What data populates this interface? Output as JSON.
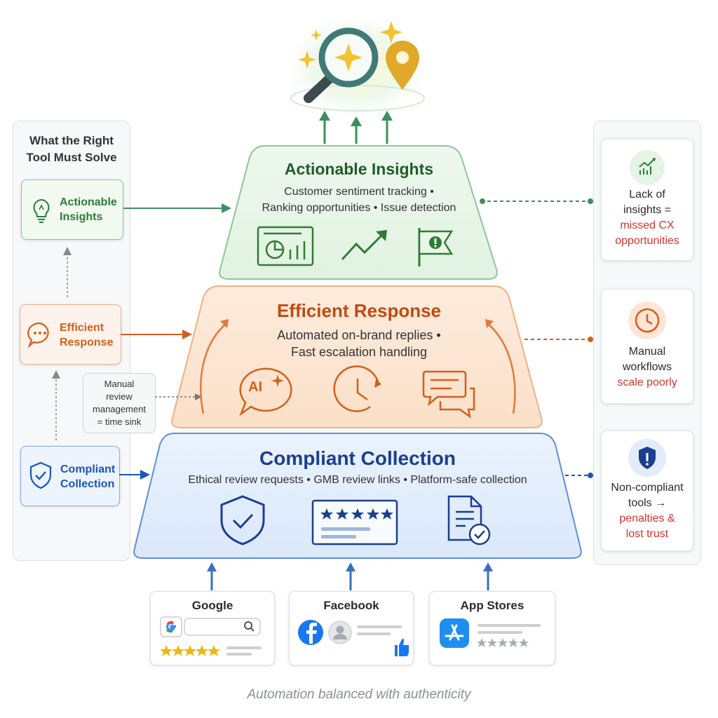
{
  "left_panel": {
    "title_line1": "What the Right",
    "title_line2": "Tool Must Solve",
    "items": [
      {
        "line1": "Actionable",
        "line2": "Insights",
        "icon": "lightbulb-icon",
        "color": "#2e7d32"
      },
      {
        "line1": "Efficient",
        "line2": "Response",
        "icon": "chat-bubble-icon",
        "color": "#d2601a"
      },
      {
        "line1": "Compliant",
        "line2": "Collection",
        "icon": "shield-check-icon",
        "color": "#1a56b8"
      }
    ],
    "note": {
      "line1": "Manual",
      "line2": "review",
      "line3": "management",
      "line4": "= time sink"
    }
  },
  "tiers": {
    "insights": {
      "title": "Actionable Insights",
      "desc_line1": "Customer sentiment tracking •",
      "desc_line2": "Ranking opportunities • Issue detection",
      "icons": [
        "dashboard-chart-icon",
        "trend-up-icon",
        "alert-flag-icon"
      ]
    },
    "response": {
      "title": "Efficient Response",
      "desc_line1": "Automated on-brand replies •",
      "desc_line2": "Fast escalation handling",
      "ai_label": "AI",
      "icons": [
        "ai-chat-icon",
        "clock-icon",
        "message-bubbles-icon"
      ]
    },
    "collection": {
      "title": "Compliant Collection",
      "desc": "Ethical review requests • GMB review links • Platform-safe collection",
      "icons": [
        "shield-check-icon",
        "review-stars-card-icon",
        "document-check-icon"
      ]
    }
  },
  "right_panel": [
    {
      "line1": "Lack of",
      "line2": "insights =",
      "red1": "missed CX",
      "red2": "opportunities",
      "icon": "growth-chart-icon"
    },
    {
      "line1": "Manual",
      "line2": "workflows",
      "red1": "scale poorly",
      "red2": "",
      "icon": "clock-icon"
    },
    {
      "line1": "Non-compliant",
      "line2": "tools →",
      "red1": "penalties &",
      "red2": "lost trust",
      "icon": "shield-warning-icon"
    }
  ],
  "sources": [
    {
      "name": "Google",
      "icon": "google-search-icon"
    },
    {
      "name": "Facebook",
      "icon": "facebook-icon"
    },
    {
      "name": "App Stores",
      "icon": "app-store-icon"
    }
  ],
  "footer": "Automation balanced with authenticity",
  "colors": {
    "green": "#2e7d32",
    "orange": "#d2601a",
    "blue": "#1a3f8f",
    "red": "#d0342c"
  }
}
